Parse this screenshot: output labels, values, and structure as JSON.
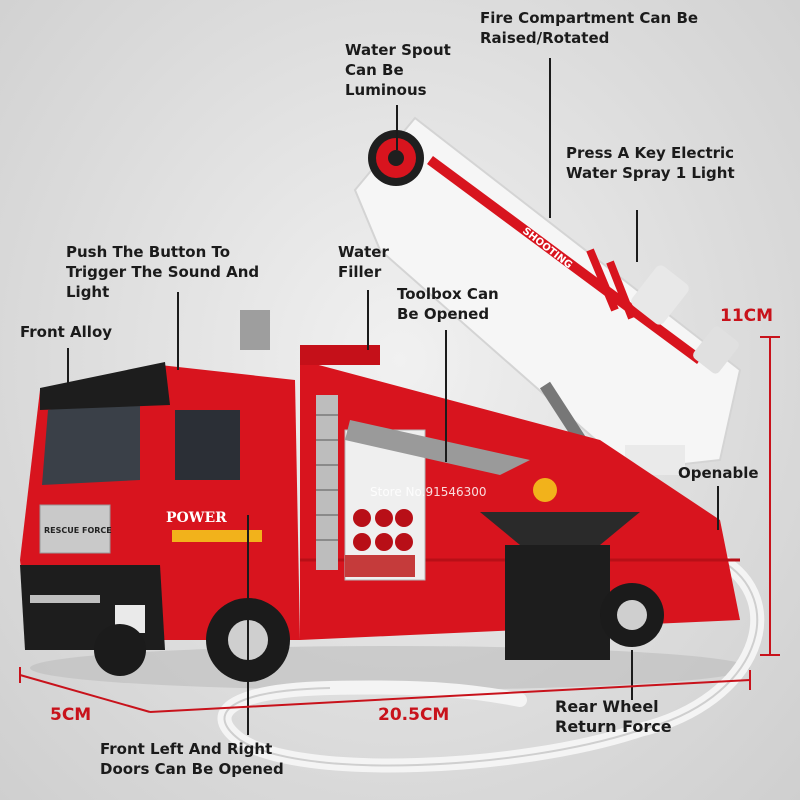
{
  "labels": {
    "fire_compartment": "Fire Compartment Can Be\nRaised/Rotated",
    "water_spout": "Water Spout\nCan Be\nLuminous",
    "press_key": "Press A Key Electric\nWater Spray 1 Light",
    "push_button": "Push The Button To\nTrigger The Sound And\nLight",
    "water_filler": "Water\nFiller",
    "toolbox": "Toolbox Can\nBe Opened",
    "front_alloy": "Front Alloy",
    "openable": "Openable",
    "rear_wheel": "Rear Wheel\nReturn Force",
    "front_doors": "Front Left And Right\nDoors Can Be Opened"
  },
  "dimensions": {
    "height": "11CM",
    "width": "5CM",
    "length": "20.5CM"
  },
  "truck_text": {
    "rescue_force": "RESCUE FORCE",
    "power": "POWER",
    "shooting": "SHOOTING"
  },
  "watermark": "Store No.91546300",
  "colors": {
    "truck_red": "#d8141e",
    "dimension_red": "#c8121b",
    "cannon_white": "#f6f6f6",
    "label_text": "#1b1b1b"
  }
}
